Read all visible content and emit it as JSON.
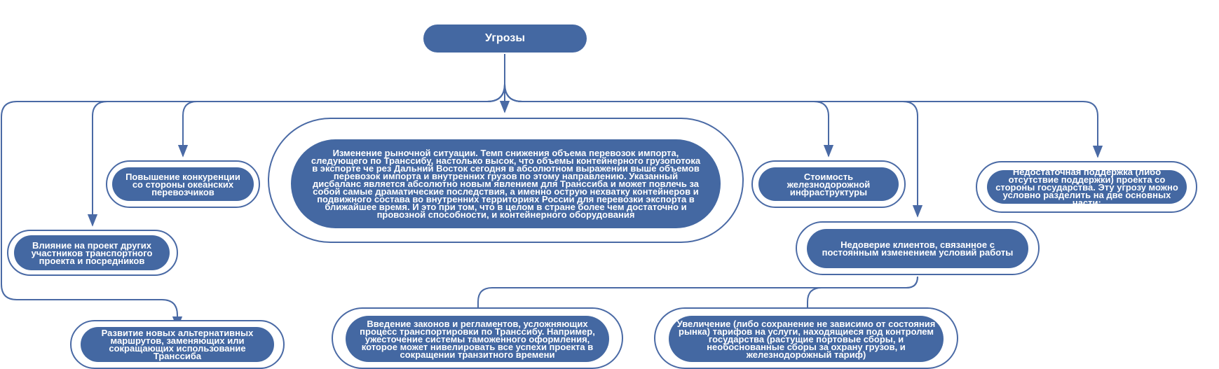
{
  "root": "Угрозы",
  "nodes": {
    "ocean": "Повышение конкуренции со стороны океанских перевозчиков",
    "market": "Изменение рыночной ситуации. Темп снижения объема перевозок импорта, следующего по Транссибу, настолько высок, что объемы контейнерного грузопотока в экспорте че рез Дальний Восток сегодня в абсолютном выражении выше объемов перевозок импорта и внутренних грузов по этому направлению. Указанный дисбаланс является абсолютно новым явлением для Транссиба и может повлечь за собой самые драматические последствия, а именно острую нехватку контейнеров и подвижного состава во внутренних территориях России для перевозки экспорта в ближайшее время. И это при том, что в целом в стране более чем достаточно и провозной способности, и контейнерного оборудования",
    "infra": "Стоимость железнодорожной инфраструктуры",
    "state": "Недостаточная поддержка (либо отсутствие поддержки) проекта со стороны государства. Эту угрозу можно условно разделить на две основных части:",
    "participants": "Влияние на проект других участников транспортного проекта и посредников",
    "distrust": "Недоверие клиентов, связанное с постоянным изменением условий работы",
    "alt": "Развитие новых альтернативных маршрутов, заменяющих или сокращающих использование Транссиба",
    "laws": "Введение законов и регламентов, усложняющих процесс транспортировки по Транссибу. Например, ужесточение системы таможенного оформления, которое может нивелировать все успехи проекта в сокращении транзитного времени",
    "tariffs": "Увеличение (либо сохранение не зависимо от состояния рынка) тарифов на услуги, находящиеся под контролем государства (растущие портовые сборы, и необоснованные сборы за охрану грузов, и железнодорожный тариф)"
  },
  "colors": {
    "fill": "#4468a2",
    "stroke": "#4a6aa5",
    "text": "#ffffff"
  }
}
